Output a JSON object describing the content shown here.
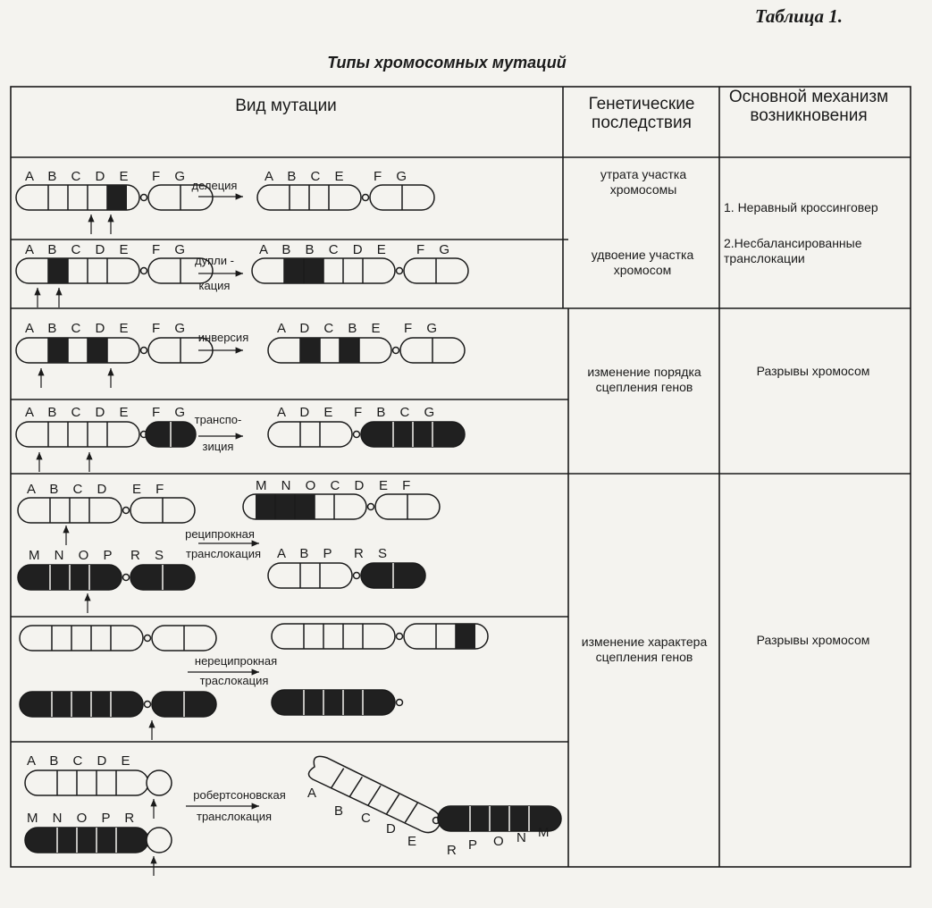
{
  "table_number": "Таблица 1.",
  "title": "Типы хромосомных мутаций",
  "headers": {
    "col1": "Вид мутации",
    "col2": "Генетические последствия",
    "col3": "Основной механизм возникновения"
  },
  "cells": {
    "deletion_consequence": "утрата участка хромосомы",
    "duplication_consequence": "удвоение участка хромосом",
    "mechanism_1": "1. Неравный кроссинговер",
    "mechanism_2": "2.Несбалансированные транслокации",
    "order_consequence": "изменение порядка сцепления генов",
    "breaks_1": "Разрывы хромосом",
    "character_consequence": "изменение характера сцепления генов",
    "breaks_2": "Разрывы хромосом"
  },
  "mutations": {
    "deletion": "делеция",
    "duplication_1": "дупли -",
    "duplication_2": "кация",
    "inversion": "инверсия",
    "transposition_1": "транспо-",
    "transposition_2": "зиция",
    "reciprocal_1": "реципрокная",
    "reciprocal_2": "транслокация",
    "nonreciprocal_1": "нереципрокная",
    "nonreciprocal_2": "траслокация",
    "robertsonian_1": "робертсоновская",
    "robertsonian_2": "транслокация"
  },
  "gene_labels": {
    "del_before": "A B C D E",
    "del_before_short": "F G",
    "del_after": "A B C E",
    "del_after_short": "F G",
    "dup_before": "A B C D E",
    "dup_before_short": "F G",
    "dup_after": "A B B C D E",
    "dup_after_short": "F G",
    "inv_before": "A B C D E",
    "inv_before_short": "F G",
    "inv_after": "A D C B E",
    "inv_after_short": "F G",
    "trp_before": "A B C D E",
    "trp_before_short": "F G",
    "trp_after": "A D E",
    "trp_after_short": "F B C G",
    "rec_before_1": "A B C D",
    "rec_before_1_short": "E F",
    "rec_before_2": "M N O P",
    "rec_before_2_short": "R S",
    "rec_after_1": "M N O C D",
    "rec_after_1_short": "E F",
    "rec_after_2": "A B P",
    "rec_after_2_short": "R S",
    "rob_before_1": "A B C D E",
    "rob_before_2": "M N O P R",
    "rob_after_A": "A",
    "rob_after_B": "B",
    "rob_after_C": "C",
    "rob_after_D": "D",
    "rob_after_E": "E",
    "rob_after_R": "R",
    "rob_after_P": "P",
    "rob_after_O": "O",
    "rob_after_N": "N",
    "rob_after_M": "M"
  },
  "colors": {
    "ink": "#1a1a1a",
    "paper": "#f4f3ef",
    "dark_segment": "#202020"
  }
}
